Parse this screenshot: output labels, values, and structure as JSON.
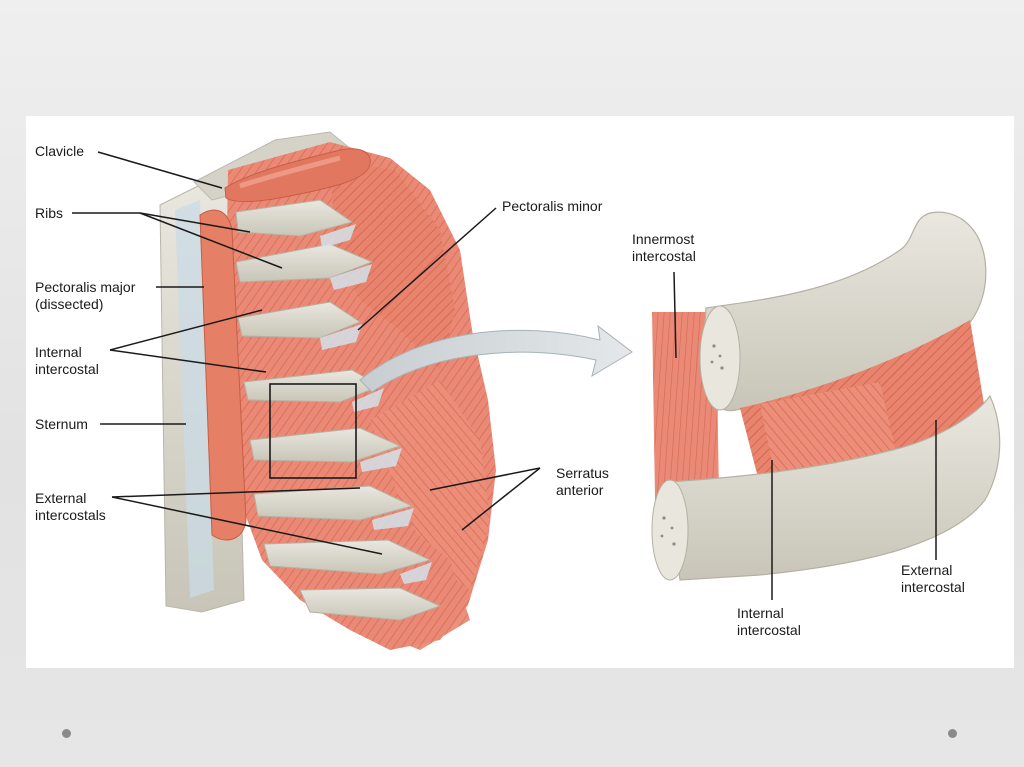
{
  "labels": {
    "clavicle": "Clavicle",
    "ribs": "Ribs",
    "pectoralis_major": "Pectoralis major\n(dissected)",
    "internal_intercostal_left": "Internal\nintercostal",
    "sternum": "Sternum",
    "external_intercostals": "External\nintercostals",
    "pectoralis_minor": "Pectoralis minor",
    "serratus_anterior": "Serratus\nanterior",
    "innermost_intercostal": "Innermost\nintercostal",
    "internal_intercostal_right": "Internal\nintercostal",
    "external_intercostal_right": "External\nintercostal"
  },
  "colors": {
    "muscle": "#ea8a76",
    "muscle_dark": "#d9684f",
    "bone": "#dcdad0",
    "bone_shadow": "#c5c2b4",
    "cartilage": "#c9dbe6",
    "leader_line": "#1a1a1a",
    "arrow": "#d8dde0"
  }
}
